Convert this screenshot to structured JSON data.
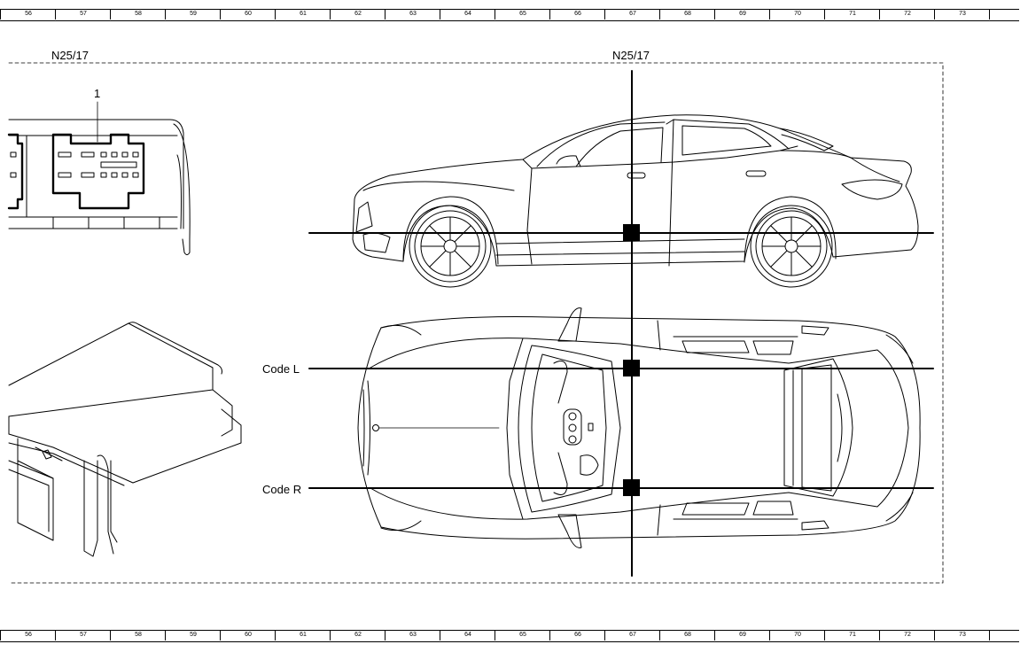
{
  "ruler": {
    "numbers": [
      "56",
      "57",
      "58",
      "59",
      "60",
      "61",
      "62",
      "63",
      "64",
      "65",
      "66",
      "67",
      "68",
      "69",
      "70",
      "71",
      "72",
      "73"
    ]
  },
  "labels": {
    "component_left": "N25/17",
    "component_right": "N25/17",
    "callout_1": "1",
    "code_l": "Code L",
    "code_r": "Code R"
  }
}
